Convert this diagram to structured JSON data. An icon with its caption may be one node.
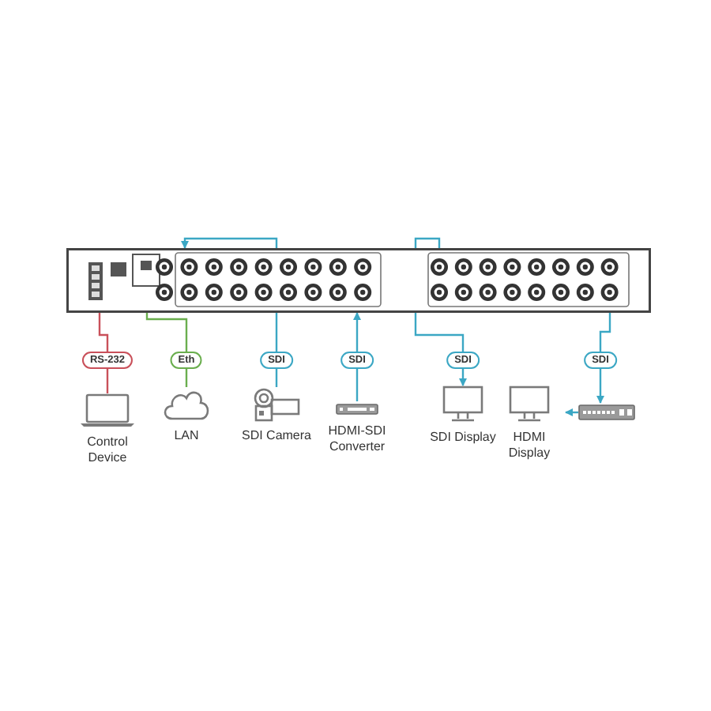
{
  "diagram": {
    "nodes": [
      {
        "text": [],
        "shape": "picture"
      },
      {
        "text": [
          "Control Device"
        ]
      },
      {
        "text": [
          "LAN"
        ]
      },
      {
        "text": [
          "SDI Camera"
        ]
      },
      {
        "text": [
          "HDMI-SDI Converter"
        ]
      },
      {
        "text": [
          "SDI Display"
        ]
      },
      {
        "text": [
          "HDMI Display"
        ]
      },
      {
        "text": [],
        "shape": "box"
      }
    ],
    "edges": [
      {
        "from": 0,
        "to": 1,
        "arrow": "none",
        "label": "RS-232",
        "color": "#c9505a"
      },
      {
        "from": 0,
        "to": 2,
        "arrow": "none",
        "label": "Eth",
        "color": "#6aae4e"
      },
      {
        "from": 3,
        "to": 0,
        "arrow": "to",
        "label": "SDI"
      },
      {
        "from": 4,
        "to": 0,
        "arrow": "to",
        "label": "SDI"
      },
      {
        "from": 0,
        "to": 5,
        "arrow": "to",
        "label": "SDI"
      },
      {
        "from": 0,
        "to": 7,
        "arrow": "to",
        "label": "SDI"
      },
      {
        "from": 7,
        "to": 6,
        "arrow": "to"
      }
    ]
  }
}
